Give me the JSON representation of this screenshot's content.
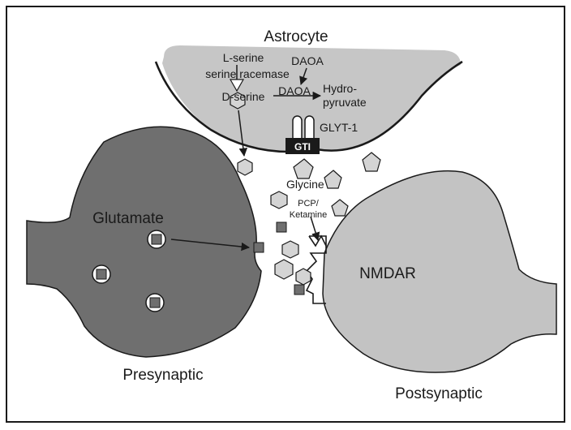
{
  "labels": {
    "astrocyte": "Astrocyte",
    "l_serine": "L-serine",
    "serine_racemase": "serine racemase",
    "d_serine": "D-serine",
    "daoa_top": "DAOA",
    "daoa_mid": "DAOA",
    "hydro_line1": "Hydro-",
    "hydro_line2": "pyruvate",
    "glyt1": "GLYT-1",
    "gti": "GTI",
    "glycine": "Glycine",
    "pcp_line1": "PCP/",
    "pcp_line2": "Ketamine",
    "glutamate": "Glutamate",
    "nmdar": "NMDAR",
    "presynaptic": "Presynaptic",
    "postsynaptic": "Postsynaptic"
  },
  "colors": {
    "astrocyte_fill": "#c6c6c6",
    "presynaptic_fill": "#6f6f6f",
    "postsynaptic_fill": "#c3c3c3",
    "molecule_fill": "#d4d4d4",
    "glutamate_square": "#6f6f6f",
    "transporter_fill": "#1a1a1a",
    "outline": "#1a1a1a"
  }
}
